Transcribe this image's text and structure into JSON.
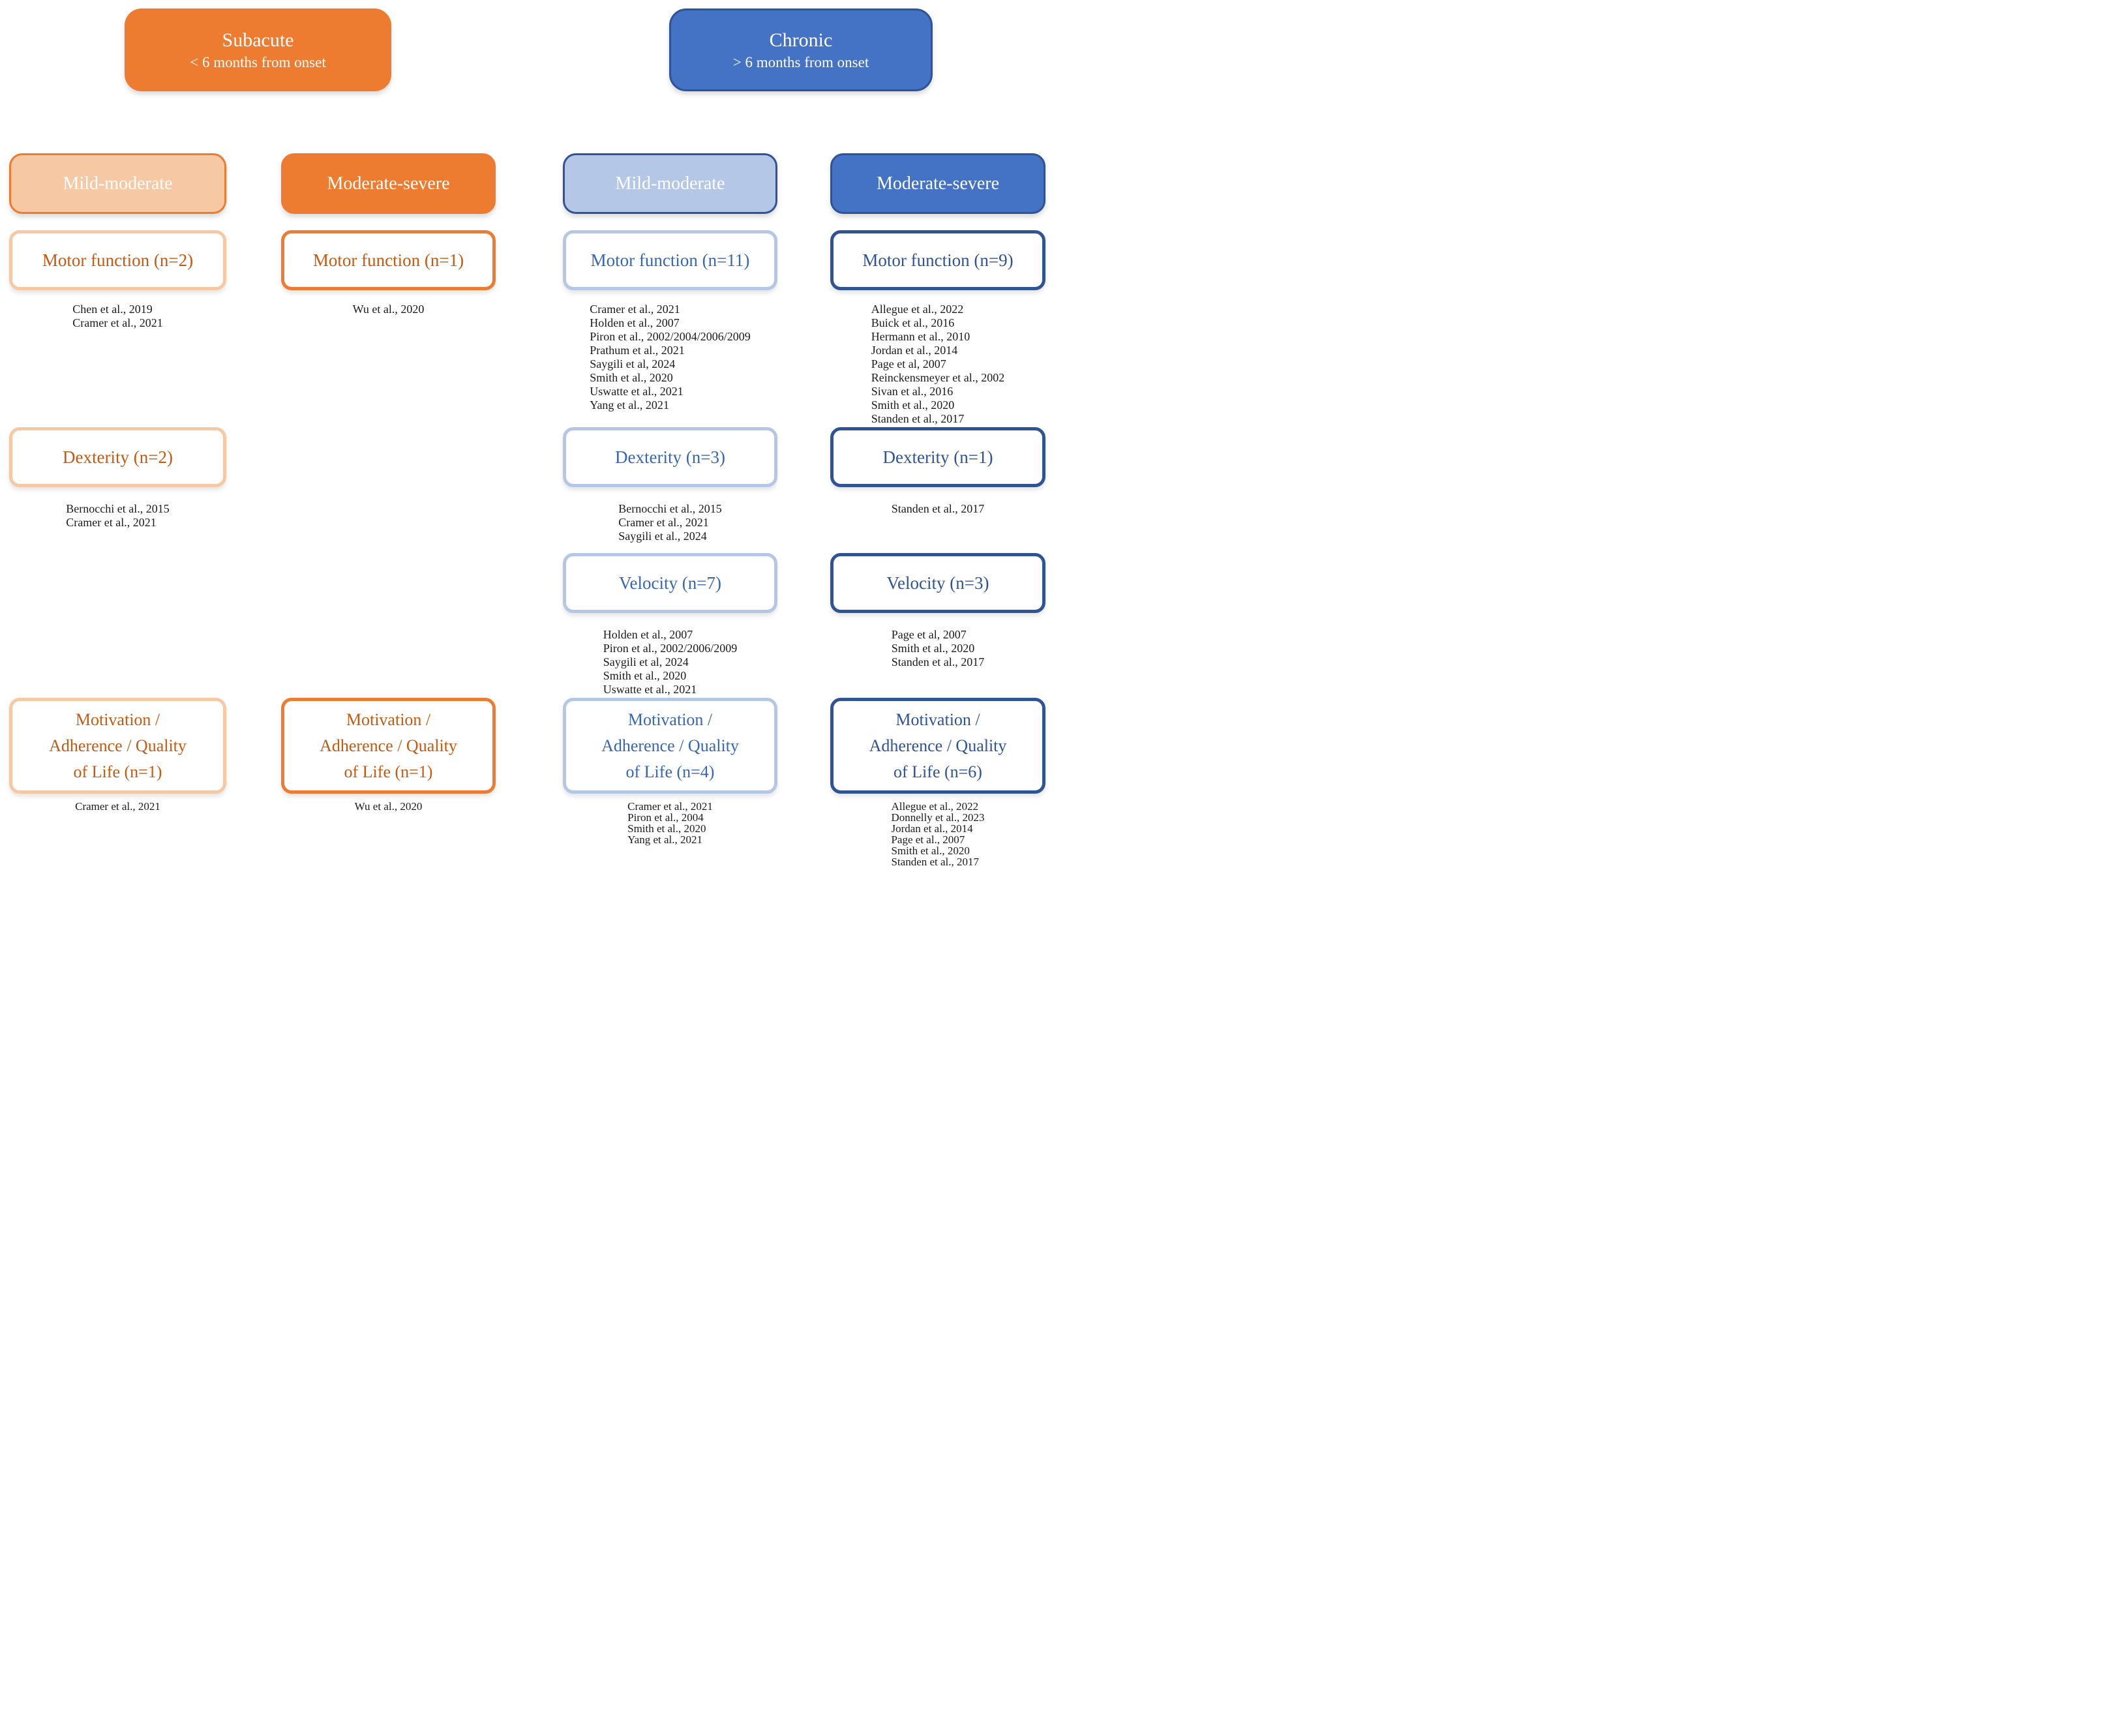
{
  "palette": {
    "orange": "#ED7C31",
    "orange-light": "#F6C9A4",
    "orange-text": "#C55A11",
    "blue": "#4472C4",
    "blue-dark": "#2F5496",
    "blue-light": "#B4C7E7",
    "blue-text-mild": "#3767B1",
    "blue-text-severe": "#2F5496",
    "citation": "#1B1B1B"
  },
  "diagram": {
    "phases": [
      {
        "title": "Subacute",
        "subtitle": "< 6 months from onset"
      },
      {
        "title": "Chronic",
        "subtitle": "> 6 months from onset"
      }
    ],
    "columns": [
      {
        "severity": "Mild-moderate",
        "motor": {
          "label": "Motor function (n=2)",
          "citations": [
            "Chen et al., 2019",
            "Cramer et al., 2021"
          ]
        },
        "dexterity": {
          "label": "Dexterity (n=2)",
          "citations": [
            "Bernocchi et al., 2015",
            "Cramer et al., 2021"
          ]
        },
        "motivation": {
          "label_lines": [
            "Motivation /",
            "Adherence / Quality",
            "of Life (n=1)"
          ],
          "citations": [
            "Cramer et al., 2021"
          ]
        }
      },
      {
        "severity": "Moderate-severe",
        "motor": {
          "label": "Motor function (n=1)",
          "citations": [
            "Wu et al., 2020"
          ]
        },
        "motivation": {
          "label_lines": [
            "Motivation /",
            "Adherence / Quality",
            "of Life (n=1)"
          ],
          "citations": [
            "Wu et al., 2020"
          ]
        }
      },
      {
        "severity": "Mild-moderate",
        "motor": {
          "label": "Motor function (n=11)",
          "citations": [
            "Cramer et al., 2021",
            "Holden et al., 2007",
            "Piron et al., 2002/2004/2006/2009",
            "Prathum et al., 2021",
            "Saygili et al, 2024",
            "Smith et al., 2020",
            "Uswatte et al., 2021",
            "Yang et al., 2021"
          ]
        },
        "dexterity": {
          "label": "Dexterity (n=3)",
          "citations": [
            "Bernocchi et al., 2015",
            "Cramer et al., 2021",
            "Saygili et al., 2024"
          ]
        },
        "velocity": {
          "label": "Velocity (n=7)",
          "citations": [
            "Holden et al., 2007",
            "Piron et al., 2002/2006/2009",
            "Saygili et al, 2024",
            "Smith et al., 2020",
            "Uswatte et al., 2021"
          ]
        },
        "motivation": {
          "label_lines": [
            "Motivation /",
            "Adherence / Quality",
            "of Life (n=4)"
          ],
          "citations": [
            "Cramer et al., 2021",
            "Piron et al., 2004",
            "Smith et al., 2020",
            "Yang et al., 2021"
          ]
        }
      },
      {
        "severity": "Moderate-severe",
        "motor": {
          "label": "Motor function (n=9)",
          "citations": [
            "Allegue et al., 2022",
            "Buick et al., 2016",
            "Hermann et al., 2010",
            "Jordan et al., 2014",
            "Page et al, 2007",
            "Reinckensmeyer et al., 2002",
            "Sivan et al., 2016",
            "Smith et al., 2020",
            "Standen et al., 2017"
          ]
        },
        "dexterity": {
          "label": "Dexterity (n=1)",
          "citations": [
            "Standen et al., 2017"
          ]
        },
        "velocity": {
          "label": "Velocity (n=3)",
          "citations": [
            "Page et al, 2007",
            "Smith et al., 2020",
            "Standen et al., 2017"
          ]
        },
        "motivation": {
          "label_lines": [
            "Motivation /",
            "Adherence / Quality",
            "of Life (n=6)"
          ],
          "citations": [
            "Allegue et al., 2022",
            "Donnelly et al., 2023",
            "Jordan et al., 2014",
            "Page et al., 2007",
            "Smith et al., 2020",
            "Standen et al., 2017"
          ]
        }
      }
    ]
  }
}
